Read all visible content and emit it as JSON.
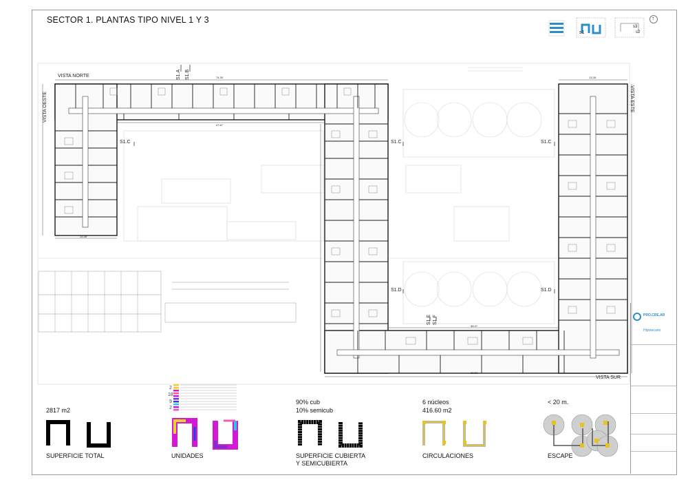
{
  "header": {
    "title": "SECTOR 1. PLANTAS TIPO NIVEL 1 Y 3"
  },
  "keymap": {
    "s1": "s1",
    "s2": "s2",
    "s3": "s3",
    "north": "↑"
  },
  "views": {
    "north": "VISTA NORTE",
    "west": "VISTA OESTE",
    "east": "VISTA ESTE",
    "south": "VISTA SUR"
  },
  "sections": {
    "s1a": "S1.A",
    "s1b": "S1.B",
    "s1c": "S1.C",
    "s1d": "S1.D",
    "s1e": "S1.E",
    "s1f": "S1.F"
  },
  "dimensions": {
    "top_total": "74.30",
    "top_inner": "47.67",
    "left_bottom": "13.28",
    "right_top": "13.28",
    "bottom_total": "88.53",
    "bottom_inner": "38.97"
  },
  "stats": {
    "total_area": "2817 m2",
    "covered_line1": "90% cub",
    "covered_line2": "10% semicub",
    "cores_line1": "6 núcleos",
    "cores_line2": "416.60 m2",
    "escape_dist": "< 20 m."
  },
  "captions": {
    "total": "SUPERFICIE TOTAL",
    "units": "UNIDADES",
    "covered_line1": "SUPERFICIE CUBIERTA",
    "covered_line2": "Y SEMICUBIERTA",
    "circulation": "CIRCULACIONES",
    "escape": "ESCAPE"
  },
  "unit_legend": {
    "counts": [
      "2",
      "18",
      "9",
      "2"
    ],
    "colors": {
      "yellow": "#e8d22e",
      "magenta": "#d21ad2",
      "purple": "#7a2fd0",
      "pink": "#f05ab0",
      "cyan": "#28c8e0",
      "blue": "#2840e0"
    }
  },
  "colors": {
    "line": "#1a1a1a",
    "light": "#bcbcbc",
    "brand": "#2a8fc8",
    "escape_circle": "#cfcfcf",
    "core": "#e8c21e"
  },
  "titleblock": {
    "brand_name": "PRO.CRE.AR",
    "brand_sub": "Hipotecario"
  }
}
